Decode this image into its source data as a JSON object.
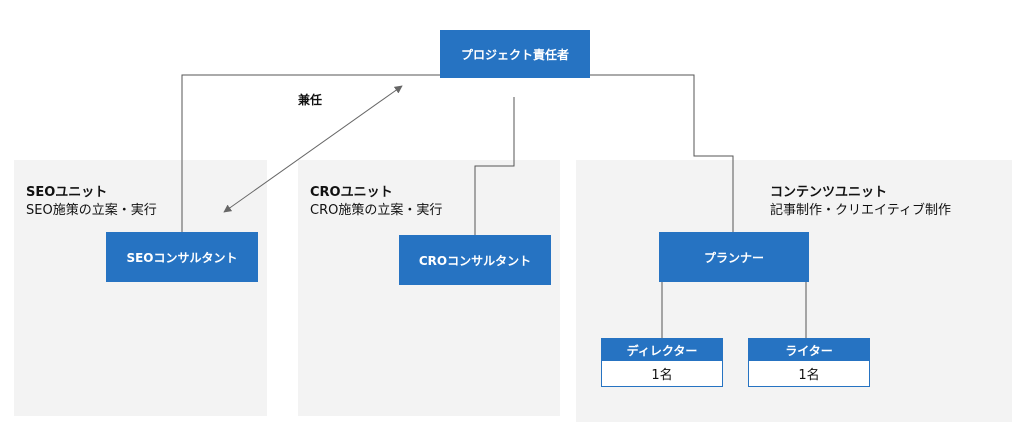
{
  "top": {
    "label": "プロジェクト責任者"
  },
  "dual_role_label": "兼任",
  "units": [
    {
      "title": "SEOユニット",
      "desc": "SEO施策の立案・実行",
      "box": "SEOコンサルタント"
    },
    {
      "title": "CROユニット",
      "desc": "CRO施策の立案・実行",
      "box": "CROコンサルタント"
    },
    {
      "title": "コンテンツユニット",
      "desc": "記事制作・クリエイティブ制作",
      "box": "プランナー"
    }
  ],
  "roles": [
    {
      "title": "ディレクター",
      "count": "1名"
    },
    {
      "title": "ライター",
      "count": "1名"
    }
  ]
}
